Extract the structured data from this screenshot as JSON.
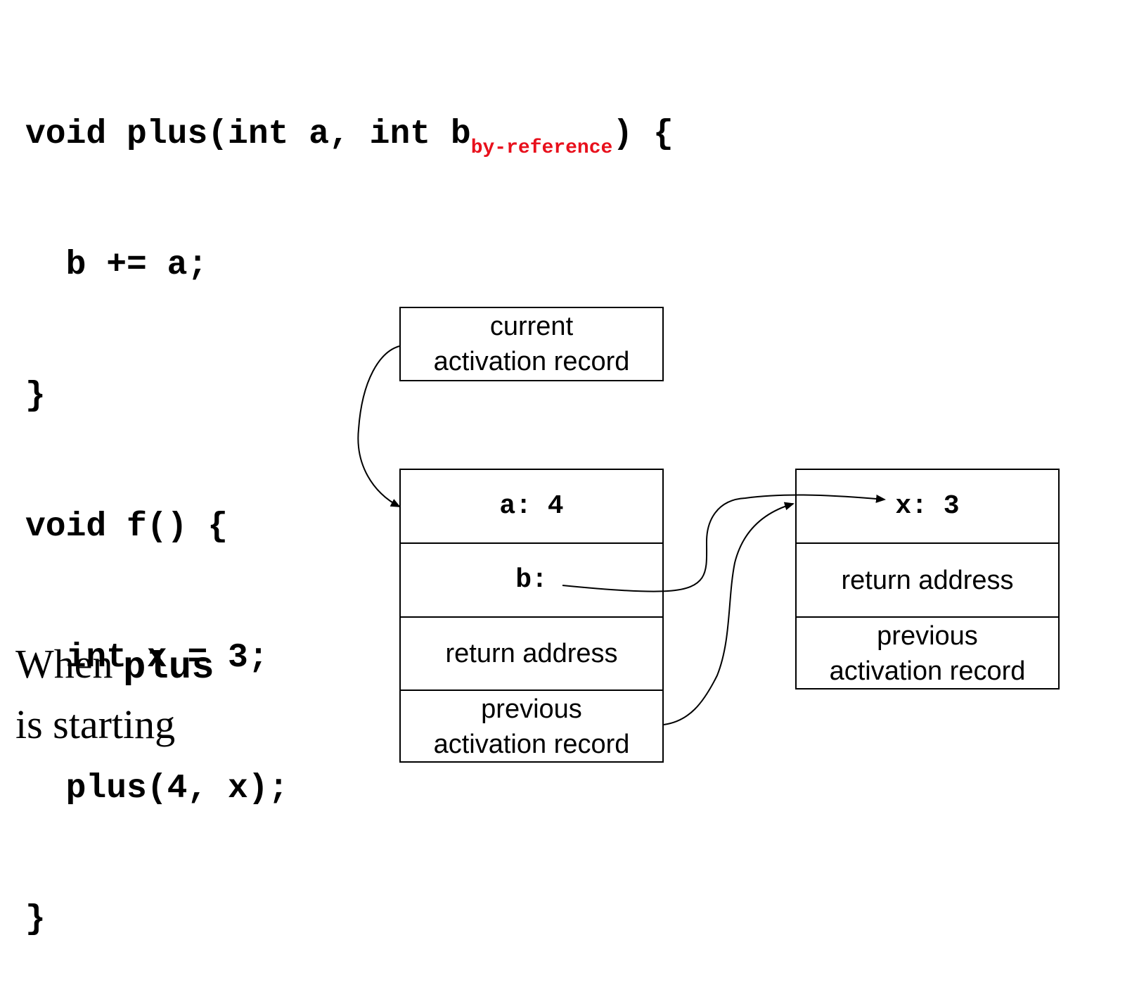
{
  "code": {
    "lines": [
      "void plus(int a, int b",
      "  b += a;",
      "}",
      "void f() {",
      "  int x = 3;",
      "  plus(4, x);",
      "}"
    ],
    "line0_annotation": "by-reference",
    "line0_tail": ") {",
    "annotation_color": "#e8101c"
  },
  "caption": {
    "prefix": "When ",
    "keyword": "plus",
    "suffix": "is starting"
  },
  "current_record": {
    "label": "current\nactivation record"
  },
  "plus_record": {
    "a": "a: 4",
    "b": "b:",
    "return_address": "return address",
    "previous": "previous\nactivation record"
  },
  "f_record": {
    "x": "x: 3",
    "return_address": "return address",
    "previous": "previous\nactivation record"
  }
}
